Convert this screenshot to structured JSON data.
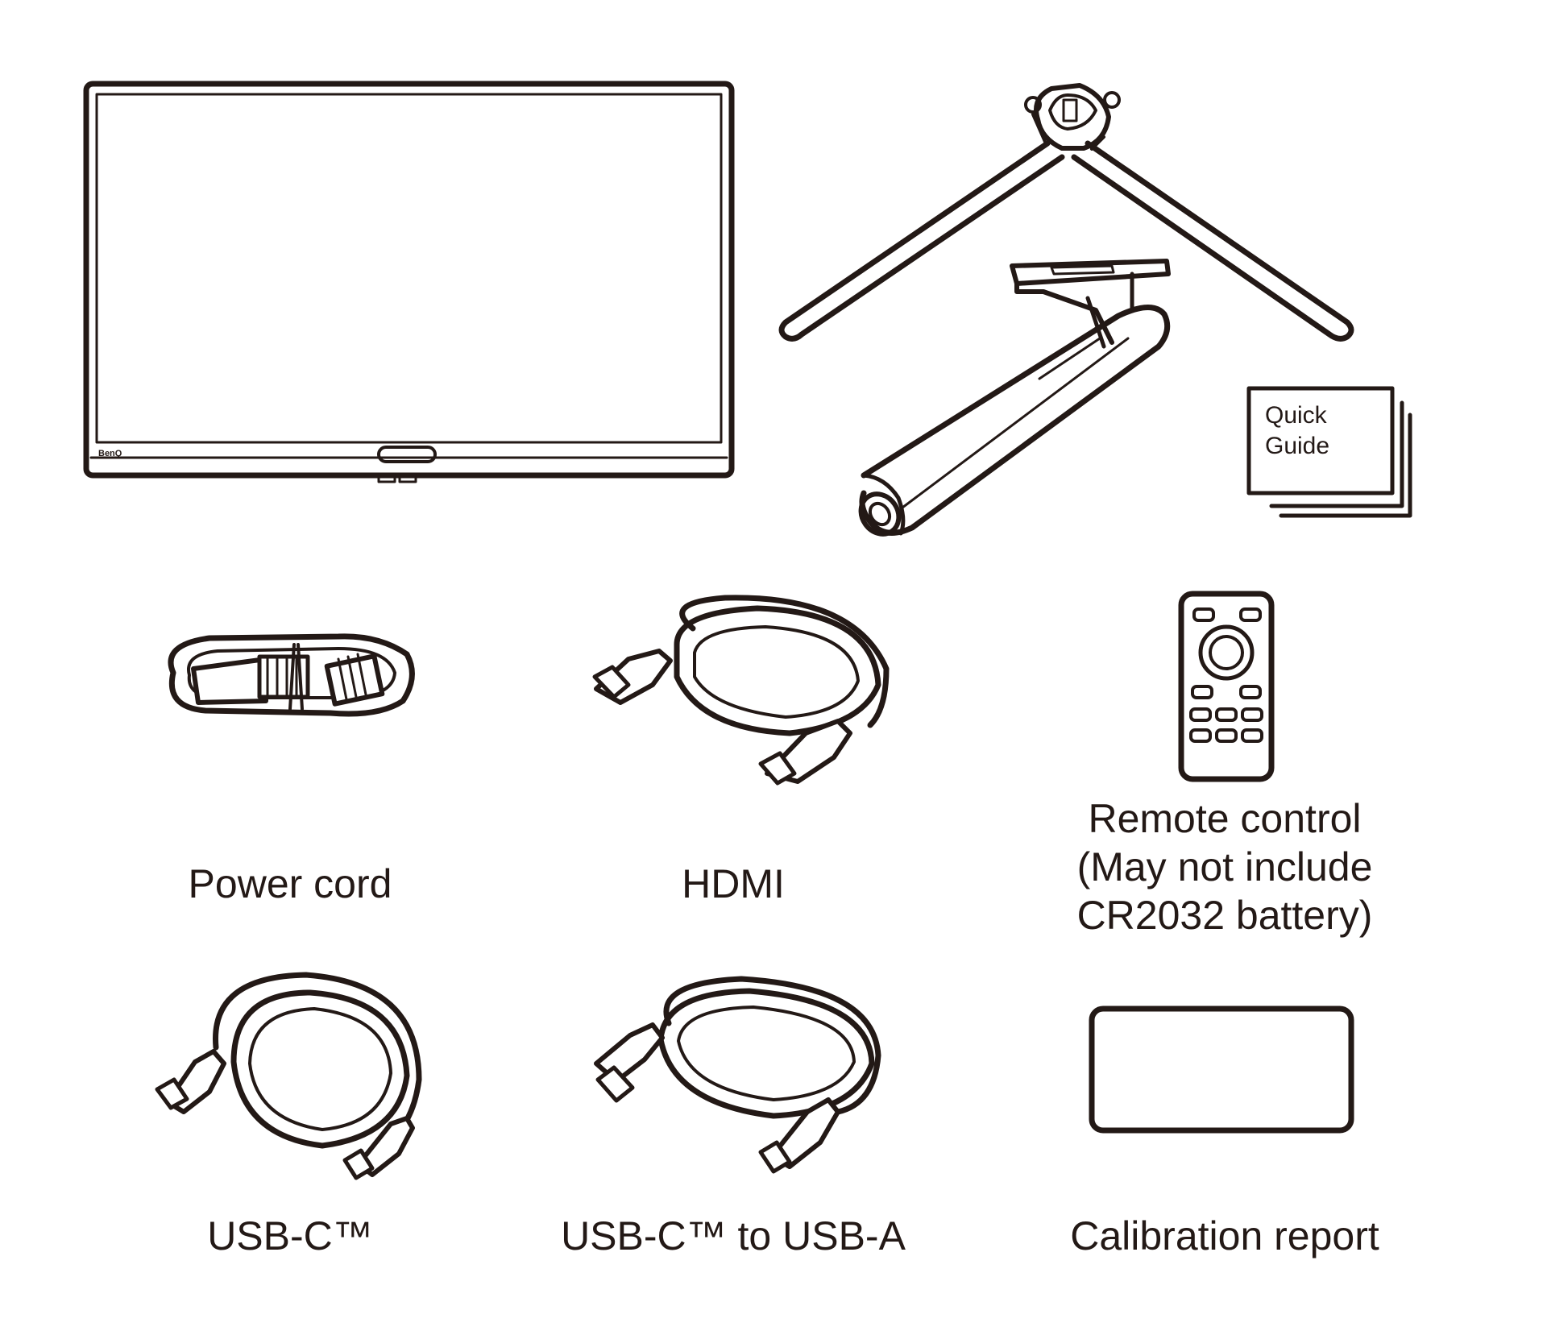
{
  "colors": {
    "ink": "#231916",
    "background": "#ffffff"
  },
  "monitor": {
    "brand": "BenQ"
  },
  "quick_guide": {
    "line1": "Quick",
    "line2": "Guide"
  },
  "items": {
    "power_cord": {
      "label": "Power cord"
    },
    "hdmi": {
      "label": "HDMI"
    },
    "remote_control": {
      "line1": "Remote control",
      "line2": "(May not include",
      "line3": "CR2032 battery)"
    },
    "usb_c": {
      "label": "USB-C™"
    },
    "usb_c_to_usb_a": {
      "label": "USB-C™ to USB-A"
    },
    "calibration_report": {
      "label": "Calibration report"
    }
  }
}
